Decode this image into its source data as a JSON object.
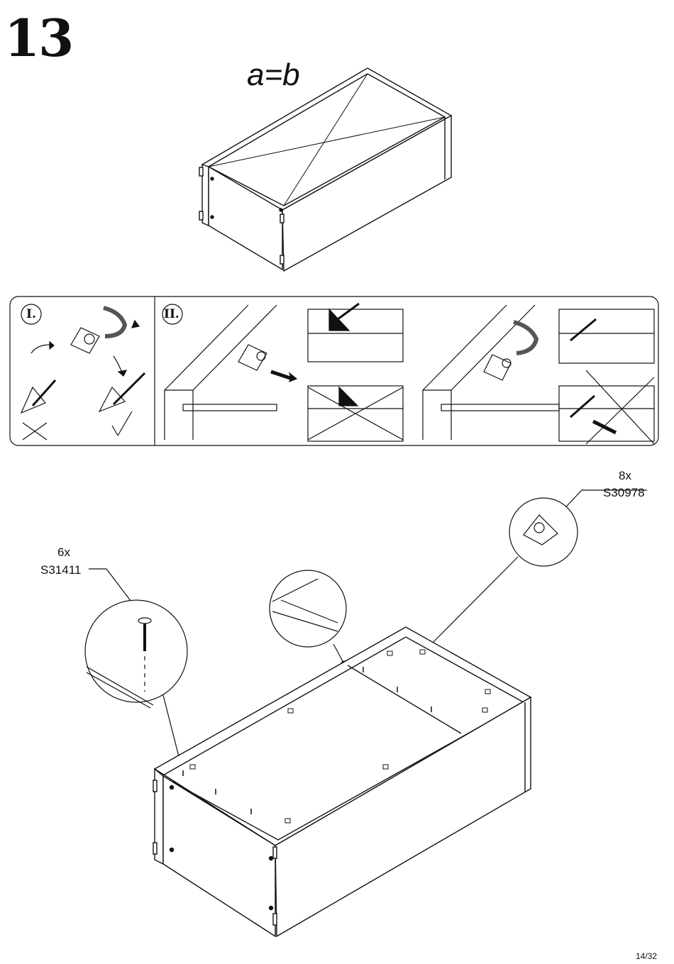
{
  "step": {
    "number": "13"
  },
  "top": {
    "formula": "a=b",
    "diag_a": "a",
    "diag_b": "b"
  },
  "instructions": {
    "panel1_label": "I.",
    "panel2_label": "II."
  },
  "parts": [
    {
      "qty": "6x",
      "code": "S31411"
    },
    {
      "qty": "8x",
      "code": "S30978"
    }
  ],
  "footer": {
    "page": "14/32"
  }
}
